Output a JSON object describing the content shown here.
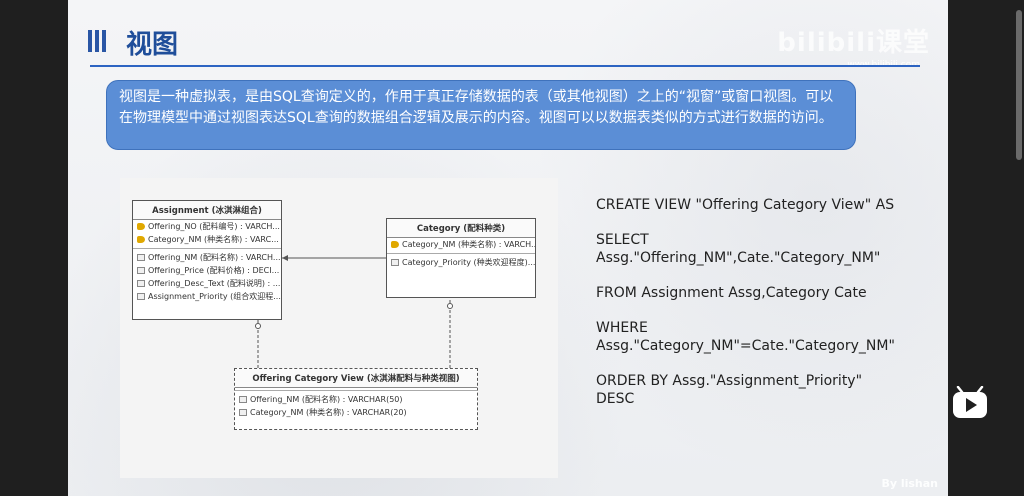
{
  "slide": {
    "title": "视图",
    "watermark": "bilibili课堂",
    "watermark_sub": "www.bilibili.com",
    "info": "视图是一种虚拟表，是由SQL查询定义的，作用于真正存储数据的表（或其他视图）之上的“视窗”或窗口视图。可以在物理模型中通过视图表达SQL查询的数据组合逻辑及展示的内容。视图可以以数据表类似的方式进行数据的访问。",
    "credit": "By lishan"
  },
  "diagram": {
    "assignment": {
      "title": "Assignment (冰淇淋组合)",
      "pk_rows": [
        "Offering_NO (配料编号) : VARCH...",
        "Category_NM (种类名称) : VARC..."
      ],
      "rows": [
        "Offering_NM (配料名称) : VARCH...",
        "Offering_Price (配料价格) : DECI...",
        "Offering_Desc_Text (配料说明) : ...",
        "Assignment_Priority (组合欢迎程..."
      ]
    },
    "category": {
      "title": "Category (配料种类)",
      "pk_rows": [
        "Category_NM (种类名称) : VARCH..."
      ],
      "rows": [
        "Category_Priority (种类欢迎程度)..."
      ]
    },
    "view": {
      "title": "Offering Category View (冰淇淋配料与种类视图)",
      "rows": [
        "Offering_NM (配料名称) : VARCHAR(50)",
        "Category_NM (种类名称) : VARCHAR(20)"
      ]
    }
  },
  "sql": {
    "l1": "CREATE VIEW \"Offering Category View\" AS",
    "l2": "SELECT",
    "l3": "Assg.\"Offering_NM\",Cate.\"Category_NM\"",
    "l4": "FROM Assignment Assg,Category Cate",
    "l5": "WHERE",
    "l6": "Assg.\"Category_NM\"=Cate.\"Category_NM\"",
    "l7": "ORDER BY Assg.\"Assignment_Priority\"",
    "l8": "DESC"
  },
  "colors": {
    "accent": "#1f4e9a",
    "info_bg": "#5b8ed6"
  },
  "icons": {
    "play": "play-icon"
  }
}
